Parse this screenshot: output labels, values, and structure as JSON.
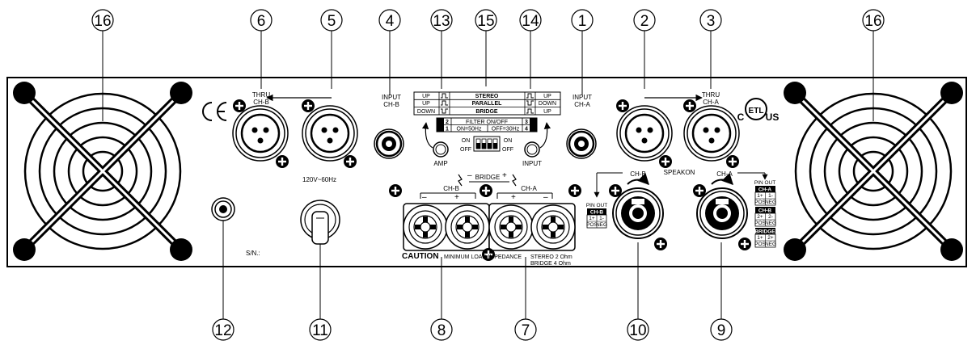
{
  "callouts": [
    "16",
    "6",
    "5",
    "4",
    "13",
    "15",
    "14",
    "1",
    "2",
    "3",
    "16",
    "12",
    "11",
    "8",
    "7",
    "10",
    "9"
  ],
  "panel_labels": {
    "thru_b": "THRU",
    "thru_b2": "CH-B",
    "input_b": "INPUT",
    "input_b2": "CH-B",
    "input_a": "INPUT",
    "input_a2": "CH-A",
    "thru_a": "THRU",
    "thru_a2": "CH-A",
    "ce": "CE",
    "etl_c": "C",
    "etl_us": "US",
    "voltage": "120V~60Hz",
    "serial": "S/N.:",
    "amp": "AMP",
    "input": "INPUT",
    "speakon": "SPEAKON",
    "sp_chb": "CH-B",
    "sp_cha": "CH-A",
    "bridge": "BRIDGE",
    "post_chb": "CH-B",
    "post_cha": "CH-A",
    "caution": "CAUTION",
    "min_load": "MINIMUM LOAD IMPEDANCE",
    "stereo_load": "STEREO 2 Ohm",
    "bridge_load": "BRIDGE   4 Ohm",
    "on": "ON",
    "off": "OFF"
  },
  "mode_table": {
    "left": [
      "UP",
      "UP",
      "DOWN"
    ],
    "modes": [
      "STEREO",
      "PARALLEL",
      "BRIDGE"
    ],
    "right": [
      "UP",
      "DOWN",
      "UP"
    ]
  },
  "filter_table": {
    "n2": "2",
    "n1": "1",
    "n3": "3",
    "n4": "4",
    "title": "FILTER ON/OFF",
    "on_val": "ON=50Hz",
    "off_val": "OFF=30Hz"
  },
  "pinout_left": {
    "title": "PIN OUT",
    "ch": "CH-B",
    "p1": "1+",
    "p2": "1-",
    "pos": "POS",
    "neg": "NEG"
  },
  "pinout_right": {
    "title": "PIN OUT",
    "cha": "CH-A",
    "cha1": "1+",
    "cha2": "1-",
    "chb": "CH-B",
    "chb1": "2+",
    "chb2": "2-",
    "brg": "BRIDGE",
    "brg1": "1+",
    "brg2": "2+",
    "pos": "POS",
    "neg": "NEG"
  }
}
